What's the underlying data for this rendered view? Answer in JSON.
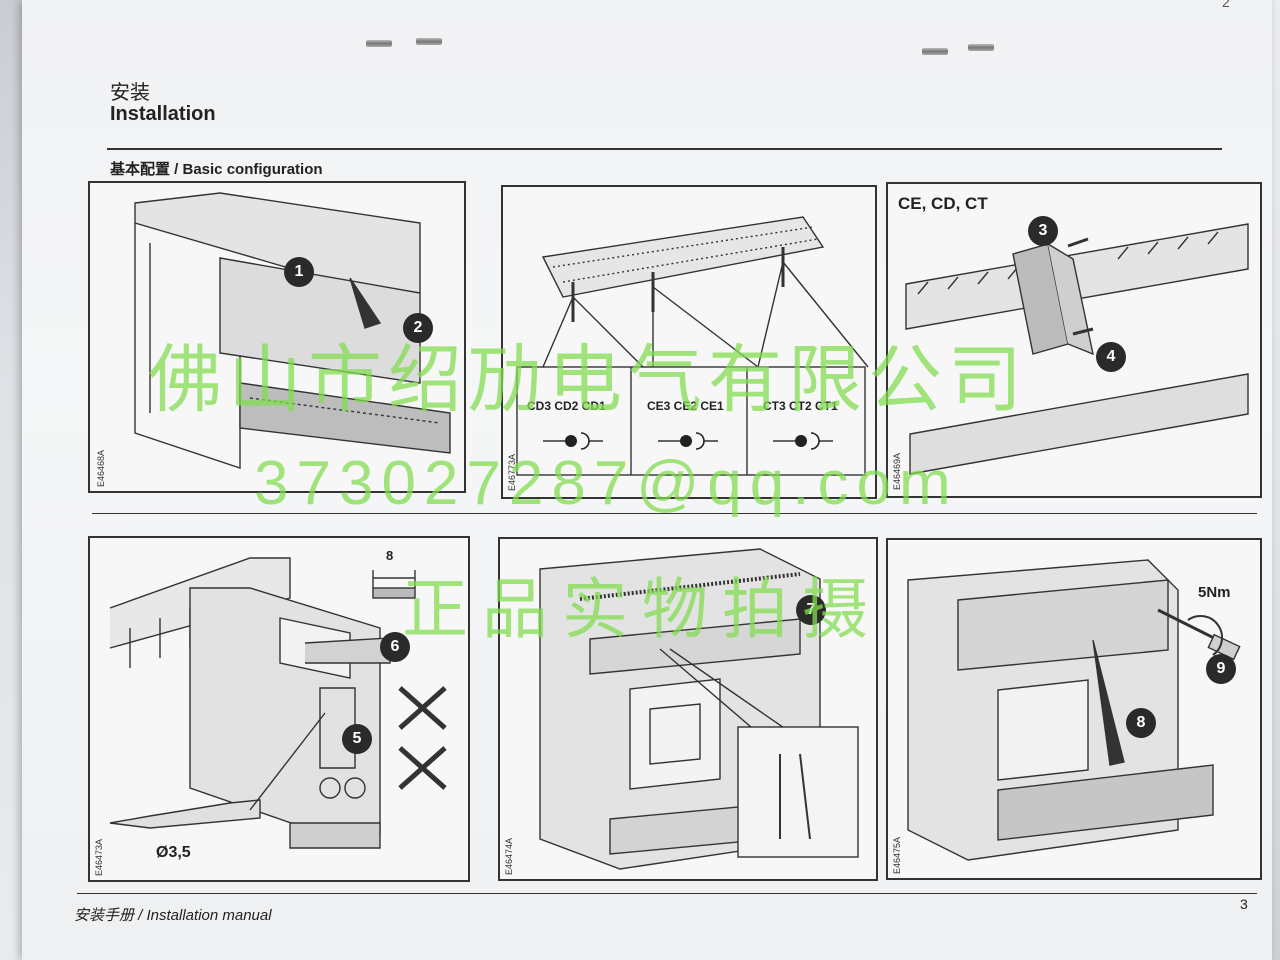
{
  "header": {
    "title_cn": "安装",
    "title_en": "Installation"
  },
  "section": {
    "title": "基本配置 / Basic configuration"
  },
  "panels": [
    {
      "code": "E46468A",
      "callouts": [
        "1",
        "2"
      ]
    },
    {
      "code": "E46773A",
      "columns": [
        "CD3 CD2 CD1",
        "CE3 CE2 CE1",
        "CT3 CT2 CT1"
      ]
    },
    {
      "code": "E46469A",
      "title": "CE, CD, CT",
      "callouts": [
        "3",
        "4"
      ]
    },
    {
      "code": "E46473A",
      "callouts": [
        "6",
        "5"
      ],
      "dimension": "8",
      "screwdriver": "Ø3,5"
    },
    {
      "code": "E46474A",
      "callouts": [
        "7"
      ]
    },
    {
      "code": "E46475A",
      "callouts": [
        "9",
        "8"
      ],
      "torque": "5Nm"
    }
  ],
  "footer": {
    "text": "安装手册 / Installation manual",
    "page": "3",
    "corner": "2"
  },
  "watermark": {
    "line1": "佛山市绍劢电气有限公司",
    "line2": "373027287@qq.com",
    "line3": "正品实物拍摄"
  },
  "colors": {
    "watermark": "#82dc50",
    "ink": "#222222",
    "panel_bg": "#f7f7f8"
  }
}
